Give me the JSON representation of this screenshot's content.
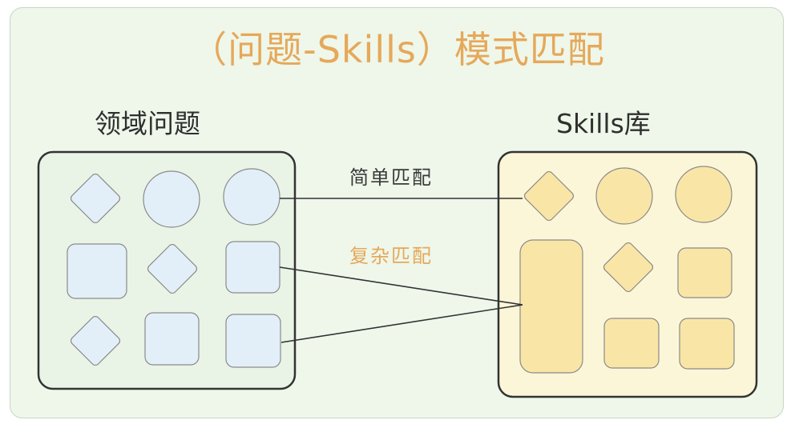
{
  "title": "（问题-Skills）模式匹配",
  "left_group": {
    "label": "领域问题"
  },
  "right_group": {
    "label": "Skills库"
  },
  "edges": {
    "simple": "简单匹配",
    "complex": "复杂匹配"
  },
  "colors": {
    "background": "#eef7ea",
    "problem_fill": "#e3eff8",
    "skill_fill": "#f9e6a6",
    "skill_container": "#fcf6d8",
    "accent": "#e6a85a",
    "stroke": "#333333"
  }
}
